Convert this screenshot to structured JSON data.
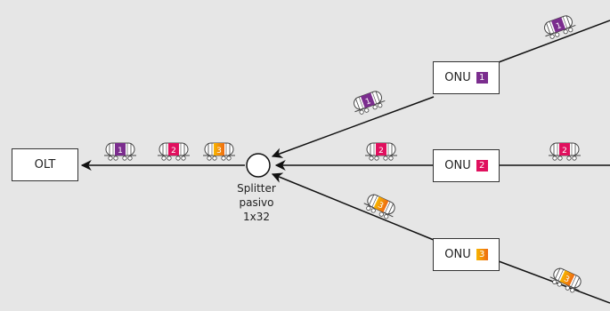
{
  "olt": {
    "label": "OLT"
  },
  "splitter": {
    "line1": "Splitter",
    "line2": "pasivo",
    "line3": "1x32"
  },
  "onus": [
    {
      "label": "ONU",
      "id": "1",
      "color": "#7b2d8e"
    },
    {
      "label": "ONU",
      "id": "2",
      "color": "#e0105e"
    },
    {
      "label": "ONU",
      "id": "3",
      "color": "#f28a0a"
    }
  ],
  "colors": {
    "c1": "#7b2d8e",
    "c2": "#e0105e",
    "c3": "#f28a0a"
  },
  "icons": [
    "arrow-icon",
    "splitter-circle-icon",
    "tank-car-icon"
  ]
}
